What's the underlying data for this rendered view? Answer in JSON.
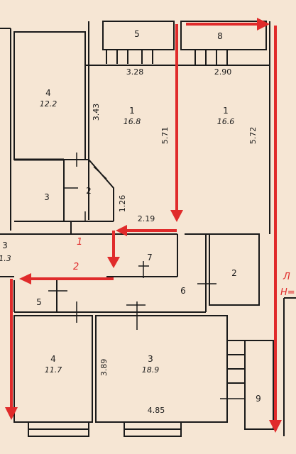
{
  "rooms": [
    {
      "id": "r5top",
      "number": "5",
      "area": ""
    },
    {
      "id": "r8top",
      "number": "8",
      "area": ""
    },
    {
      "id": "r4top",
      "number": "4",
      "area": "12.2"
    },
    {
      "id": "r1a",
      "number": "1",
      "area": "16.8"
    },
    {
      "id": "r1b",
      "number": "1",
      "area": "16.6"
    },
    {
      "id": "r3small",
      "number": "3",
      "area": ""
    },
    {
      "id": "r2small",
      "number": "2",
      "area": ""
    },
    {
      "id": "r3left",
      "number": "3",
      "area": "1.3"
    },
    {
      "id": "r7",
      "number": "7",
      "area": ""
    },
    {
      "id": "r2right",
      "number": "2",
      "area": ""
    },
    {
      "id": "r6",
      "number": "6",
      "area": ""
    },
    {
      "id": "r5mid",
      "number": "5",
      "area": ""
    },
    {
      "id": "r4bottom",
      "number": "4",
      "area": "11.7"
    },
    {
      "id": "r3bottom",
      "number": "3",
      "area": "18.9"
    },
    {
      "id": "r9",
      "number": "9",
      "area": ""
    }
  ],
  "dimensions": [
    "3.28",
    "2.90",
    "3.43",
    "5.71",
    "5.72",
    "1.26",
    "2.19",
    "3.89",
    "4.85"
  ],
  "route_labels": [
    "1",
    "2"
  ],
  "side_label": {
    "line1": "Л",
    "line2": "Н="
  },
  "colors": {
    "wall": "#1a1a1a",
    "route": "#e02b2b",
    "background": "#f6e6d4"
  }
}
